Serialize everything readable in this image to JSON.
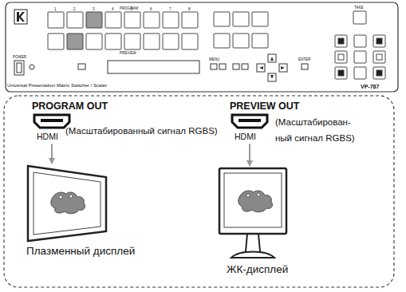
{
  "diagram": {
    "nodes": [
      {
        "text": [
          "PROGRAM OUT",
          "HDMI"
        ]
      },
      {
        "text": [
          "Плазменный дисплей"
        ]
      },
      {
        "text": [
          "PREVIEW OUT",
          "HDMI"
        ]
      },
      {
        "text": [
          "ЖК-дисплей"
        ]
      }
    ],
    "edges": [
      {
        "from": 0,
        "to": 1,
        "arrow": "to",
        "label": "(Масштабированный сигнал RGBS)"
      },
      {
        "from": 2,
        "to": 3,
        "arrow": "to",
        "label": "(Масштабирован- ный сигнал RGBS)"
      }
    ],
    "labels": [
      "PROGRAM",
      "PREVIEW",
      "POWER",
      "TAKE",
      "MENU",
      "ENTER",
      "Universal Presentation Matrix Switcher / Scaler",
      "VP-787",
      "1",
      "2",
      "3",
      "4",
      "5",
      "6",
      "7",
      "8"
    ]
  }
}
